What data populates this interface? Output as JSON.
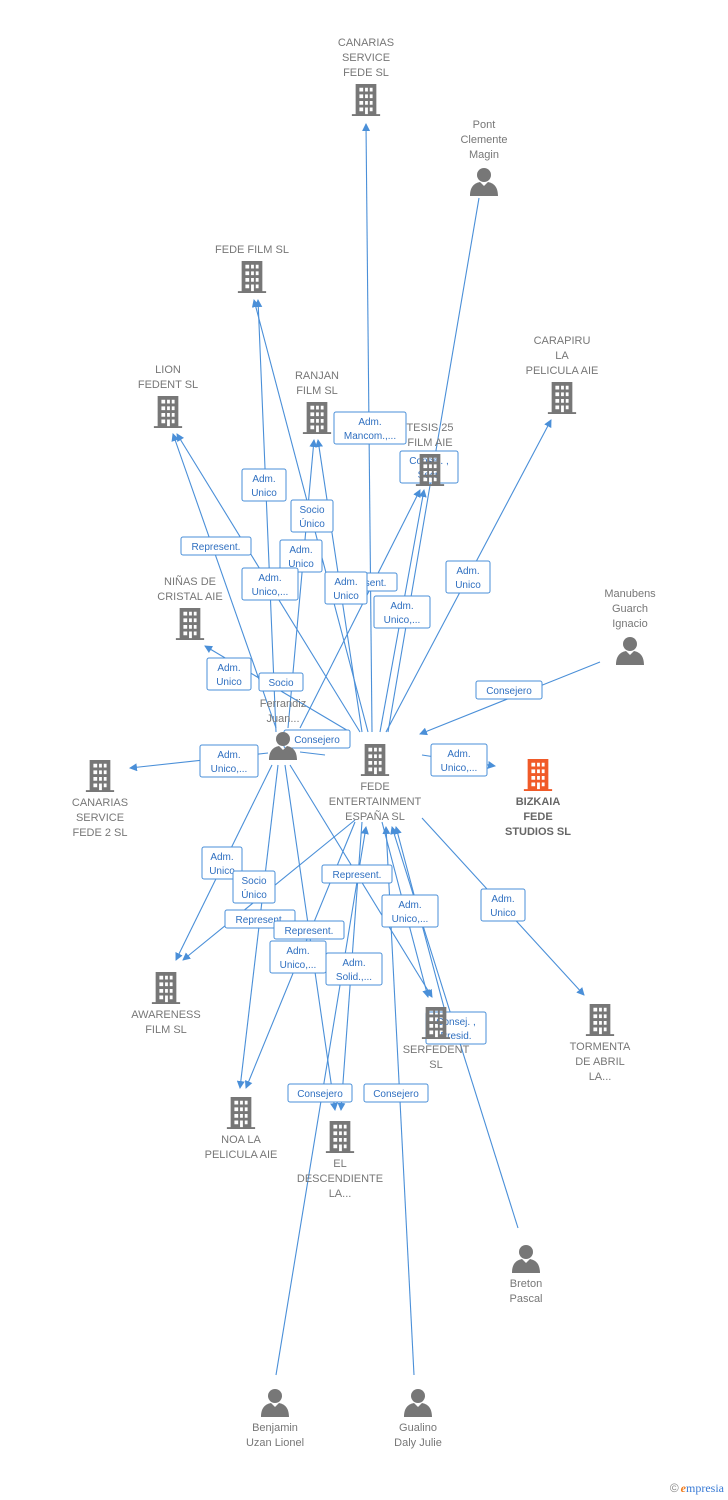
{
  "colors": {
    "edge": "#4a8fd8",
    "edge_text": "#2f6fc0",
    "node": "#777777",
    "highlight": "#f05a28"
  },
  "nodes": [
    {
      "id": "canarias_service_fede",
      "type": "company",
      "lines": [
        "CANARIAS",
        "SERVICE",
        "FEDE  SL"
      ]
    },
    {
      "id": "pont_clemente",
      "type": "person",
      "lines": [
        "Pont",
        "Clemente",
        "Magin"
      ]
    },
    {
      "id": "fede_film",
      "type": "company",
      "lines": [
        "FEDE FILM  SL"
      ]
    },
    {
      "id": "carapiru",
      "type": "company",
      "lines": [
        "CARAPIRU",
        "LA",
        "PELICULA AIE"
      ]
    },
    {
      "id": "lion_fedent",
      "type": "company",
      "lines": [
        "LION",
        "FEDENT  SL"
      ]
    },
    {
      "id": "ranjan",
      "type": "company",
      "lines": [
        "RANJAN",
        "FILM  SL"
      ]
    },
    {
      "id": "tesis25",
      "type": "company",
      "lines": [
        "TESIS 25",
        "FILM AIE"
      ]
    },
    {
      "id": "ninas",
      "type": "company",
      "lines": [
        "NIÑAS DE",
        "CRISTAL AIE"
      ]
    },
    {
      "id": "manubens",
      "type": "person",
      "lines": [
        "Manubens",
        "Guarch",
        "Ignacio"
      ]
    },
    {
      "id": "ferrandiz",
      "type": "person",
      "lines": [
        "Ferrandiz",
        "Juan..."
      ]
    },
    {
      "id": "fede_ent",
      "type": "company",
      "lines": [
        "FEDE",
        "ENTERTAINMENT",
        "ESPAÑA  SL"
      ]
    },
    {
      "id": "bizkaia",
      "type": "company_main",
      "lines": [
        "BIZKAIA",
        "FEDE",
        "STUDIOS  SL"
      ]
    },
    {
      "id": "canarias2",
      "type": "company",
      "lines": [
        "CANARIAS",
        "SERVICE",
        "FEDE 2  SL"
      ]
    },
    {
      "id": "awareness",
      "type": "company",
      "lines": [
        "AWARENESS",
        "FILM  SL"
      ]
    },
    {
      "id": "serfedent",
      "type": "company",
      "lines": [
        "SERFEDENT",
        "SL"
      ]
    },
    {
      "id": "tormenta",
      "type": "company",
      "lines": [
        "TORMENTA",
        "DE ABRIL",
        "LA..."
      ]
    },
    {
      "id": "noa",
      "type": "company",
      "lines": [
        "NOA LA",
        "PELICULA AIE"
      ]
    },
    {
      "id": "descendiente",
      "type": "company",
      "lines": [
        "EL",
        "DESCENDIENTE",
        "LA..."
      ]
    },
    {
      "id": "breton",
      "type": "person",
      "lines": [
        "Breton",
        "Pascal"
      ]
    },
    {
      "id": "benjamin",
      "type": "person",
      "lines": [
        "Benjamin",
        "Uzan Lionel"
      ]
    },
    {
      "id": "gualino",
      "type": "person",
      "lines": [
        "Gualino",
        "Daly Julie"
      ]
    }
  ],
  "edge_labels": [
    {
      "id": "e_adm_mancom",
      "lines": [
        "Adm.",
        "Mancom.,..."
      ]
    },
    {
      "id": "e_consej_secr",
      "lines": [
        "Consej. ,",
        "Secr."
      ]
    },
    {
      "id": "e_adm_unico_1",
      "lines": [
        "Adm.",
        "Unico"
      ]
    },
    {
      "id": "e_socio_unico_1",
      "lines": [
        "Socio",
        "Único"
      ]
    },
    {
      "id": "e_represent_1",
      "lines": [
        "Represent."
      ]
    },
    {
      "id": "e_adm_unico_2",
      "lines": [
        "Adm.",
        "Unico"
      ]
    },
    {
      "id": "e_adm_unico_3",
      "lines": [
        "Adm.",
        "Unico,..."
      ]
    },
    {
      "id": "e_represent_2",
      "lines": [
        "Represent."
      ]
    },
    {
      "id": "e_adm_unico_4",
      "lines": [
        "Adm.",
        "Unico"
      ]
    },
    {
      "id": "e_adm_unico_5",
      "lines": [
        "Adm.",
        "Unico,..."
      ]
    },
    {
      "id": "e_adm_unico_6",
      "lines": [
        "Adm.",
        "Unico"
      ]
    },
    {
      "id": "e_adm_unico_7",
      "lines": [
        "Adm.",
        "Unico"
      ]
    },
    {
      "id": "e_socio",
      "lines": [
        "Socio"
      ]
    },
    {
      "id": "e_consejero_1",
      "lines": [
        "Consejero"
      ]
    },
    {
      "id": "e_consejero_2",
      "lines": [
        "Consejero"
      ]
    },
    {
      "id": "e_adm_unico_8",
      "lines": [
        "Adm.",
        "Unico,..."
      ]
    },
    {
      "id": "e_adm_unico_9",
      "lines": [
        "Adm.",
        "Unico,..."
      ]
    },
    {
      "id": "e_adm_unico_10",
      "lines": [
        "Adm.",
        "Unico"
      ]
    },
    {
      "id": "e_socio_unico_2",
      "lines": [
        "Socio",
        "Único"
      ]
    },
    {
      "id": "e_represent_3",
      "lines": [
        "Represent."
      ]
    },
    {
      "id": "e_represent_4",
      "lines": [
        "Represent."
      ]
    },
    {
      "id": "e_represent_5",
      "lines": [
        "Represent."
      ]
    },
    {
      "id": "e_adm_unico_11",
      "lines": [
        "Adm.",
        "Unico,..."
      ]
    },
    {
      "id": "e_adm_unico_12",
      "lines": [
        "Adm.",
        "Unico,..."
      ]
    },
    {
      "id": "e_adm_solid",
      "lines": [
        "Adm.",
        "Solid.,..."
      ]
    },
    {
      "id": "e_adm_unico_13",
      "lines": [
        "Adm.",
        "Unico"
      ]
    },
    {
      "id": "e_consej_presid",
      "lines": [
        "Consej. ,",
        "Presid."
      ]
    },
    {
      "id": "e_consejero_3",
      "lines": [
        "Consejero"
      ]
    },
    {
      "id": "e_consejero_4",
      "lines": [
        "Consejero"
      ]
    }
  ],
  "watermark": {
    "copyright": "©",
    "brand_initial": "e",
    "brand_rest": "mpresia"
  }
}
